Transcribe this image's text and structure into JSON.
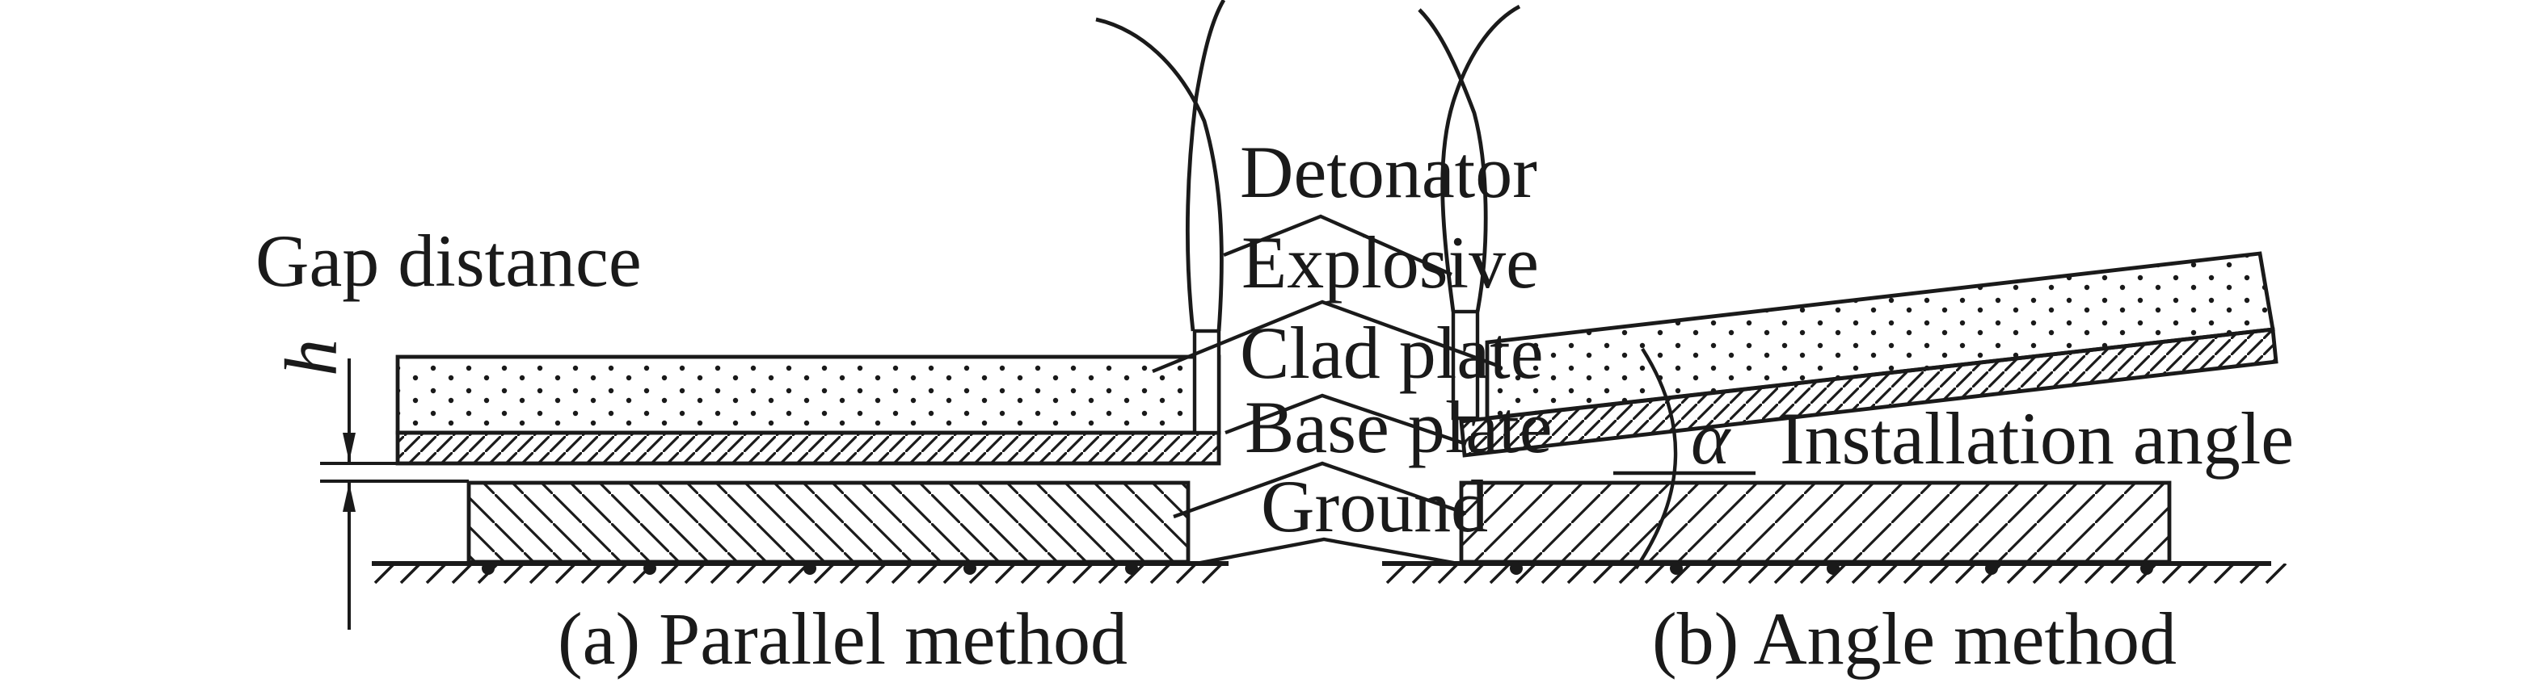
{
  "labels": {
    "gap_distance": "Gap distance",
    "h_symbol": "h",
    "detonator": "Detonator",
    "explosive": "Explosive",
    "clad_plate": "Clad plate",
    "base_plate": "Base plate",
    "ground": "Ground",
    "alpha_symbol": "α",
    "installation_angle": "Installation angle",
    "caption_a": "(a) Parallel method",
    "caption_b": "(b) Angle method"
  },
  "colors": {
    "ink": "#1a1a1a",
    "background": "#ffffff"
  }
}
